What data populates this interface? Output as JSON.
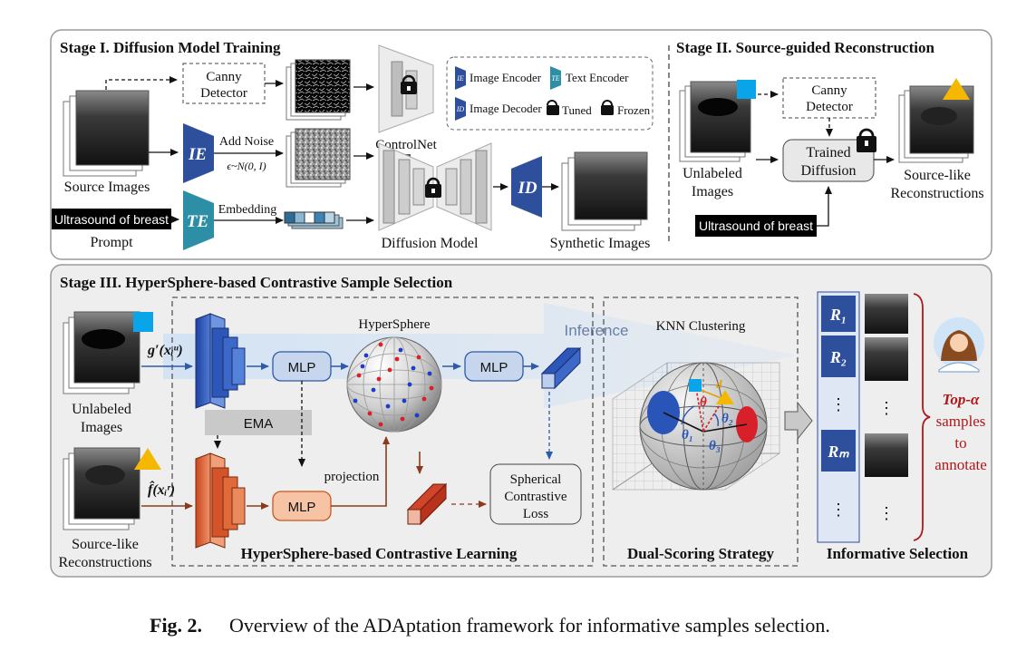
{
  "stage1": {
    "title": "Stage I. Diffusion Model Training",
    "canny": [
      "Canny",
      "Detector"
    ],
    "source_images": "Source Images",
    "ie": "IE",
    "te": "TE",
    "id": "ID",
    "add_noise": "Add Noise",
    "noise_formula": "ϵ~N(0, I)",
    "controlnet": "ControlNet",
    "embedding": "Embedding",
    "prompt_text": "Ultrasound of breast",
    "prompt_label": "Prompt",
    "diffusion_model": "Diffusion Model",
    "synthetic_images": "Synthetic Images",
    "legend": {
      "image_encoder": "Image Encoder",
      "text_encoder": "Text Encoder",
      "image_decoder": "Image Decoder",
      "tuned": "Tuned",
      "frozen": "Frozen"
    }
  },
  "stage2": {
    "title": "Stage II. Source-guided Reconstruction",
    "canny": [
      "Canny",
      "Detector"
    ],
    "unlabeled": [
      "Unlabeled",
      "Images"
    ],
    "trained_diffusion": [
      "Trained",
      "Diffusion"
    ],
    "source_like": [
      "Source-like",
      "Reconstructions"
    ],
    "prompt_text": "Ultrasound of breast"
  },
  "stage3": {
    "title": "Stage III. HyperSphere-based Contrastive Sample Selection",
    "unlabeled": [
      "Unlabeled",
      "Images"
    ],
    "source_like": [
      "Source-like",
      "Reconstructions"
    ],
    "g_label": "g′(xᵢᵘ)",
    "f_label": "f̂(xᵢʳ)",
    "mlp": "MLP",
    "ema": "EMA",
    "hypersphere": "HyperSphere",
    "projection": "projection",
    "inference": "Inference",
    "loss": [
      "Spherical",
      "Contrastive",
      "Loss"
    ],
    "hscl_title": "HyperSphere-based Contrastive Learning",
    "knn": "KNN Clustering",
    "dual_scoring": "Dual-Scoring Strategy",
    "angles": [
      "θ₁",
      "θ₂",
      "θ",
      "θ₃",
      "d"
    ],
    "ranks": [
      "R₁",
      "R₂",
      "⋮",
      "Rₘ",
      "⋮"
    ],
    "dots": [
      "⋮",
      "⋮"
    ],
    "top_alpha": "Top-α",
    "top_alpha_rest": [
      "samples",
      "to",
      "annotate"
    ],
    "informative": "Informative Selection"
  },
  "caption": {
    "label": "Fig. 2.",
    "text": "Overview of the ADAptation framework for informative samples selection."
  },
  "colors": {
    "blue": "#2e4f9c",
    "teal": "#2c8fa6",
    "orange": "#e06a2e",
    "brown": "#8a3b1c",
    "cyan": "#0aa5e8",
    "yellow": "#f5b800"
  }
}
